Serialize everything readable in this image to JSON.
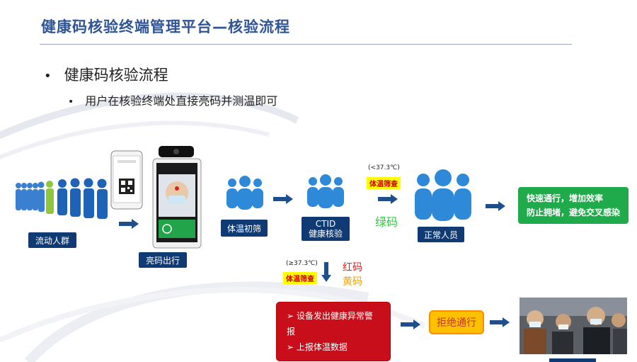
{
  "header": {
    "title": "健康码核验终端管理平台—核验流程"
  },
  "bullets": {
    "level1": "健康码核验流程",
    "level2": "用户在核验终端处直接亮码并测温即可"
  },
  "flow": {
    "crowd_label": "流动人群",
    "show_code_label": "亮码出行",
    "temp_screen_label": "体温初筛",
    "ctid_line1": "CTID",
    "ctid_line2": "健康核验",
    "normal_threshold": "(<37.3℃)",
    "normal_tag": "体温筛查",
    "green_code": "绿码",
    "normal_person_label": "正常人员",
    "fast_box_line1": "快速通行，增加效率",
    "fast_box_line2": "防止拥堵，避免交叉感染",
    "abnormal_threshold": "(≥37.3℃)",
    "abnormal_tag": "体温筛查",
    "red_code": "红码",
    "yellow_code": "黄码",
    "alarm_line1": "设备发出健康异常警报",
    "alarm_line2": "上报体温数据",
    "reject_label": "拒绝通行"
  },
  "colors": {
    "title": "#2f5597",
    "navy": "#0f3a74",
    "arrow": "#1f4e8c",
    "green_box": "#1fab4b",
    "red_box": "#c80e1a",
    "orange_box": "#ffc000",
    "people_blue": "#2e8ad8"
  }
}
